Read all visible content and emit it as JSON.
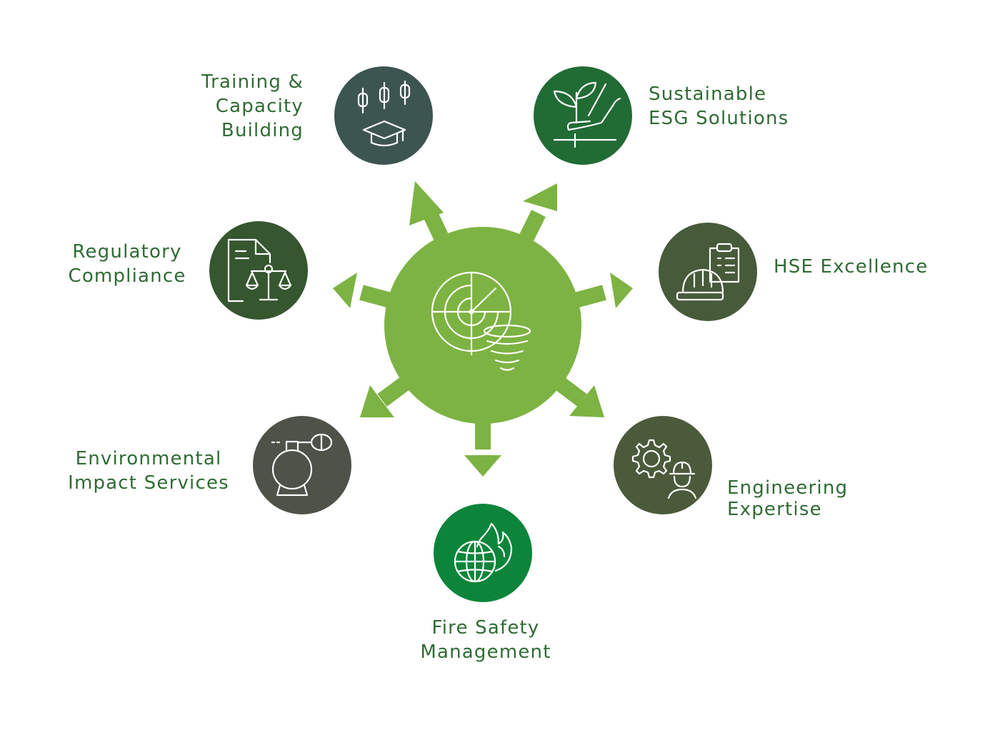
{
  "colors": {
    "hub": "#7db342",
    "label_text": "#2f6b34",
    "icon_stroke": "#ffffff"
  },
  "hub": {
    "icon": "radar-tornado-icon"
  },
  "services": [
    {
      "id": "training",
      "lines": [
        "Training &",
        "Capacity",
        "Building"
      ],
      "icon": "graduation-chart-icon",
      "color": "#3d5550"
    },
    {
      "id": "sustainable",
      "lines": [
        "Sustainable",
        "ESG Solutions"
      ],
      "icon": "plant-hand-icon",
      "color": "#216b34"
    },
    {
      "id": "regulatory",
      "lines": [
        "Regulatory",
        "Compliance"
      ],
      "icon": "document-scales-icon",
      "color": "#35562f"
    },
    {
      "id": "hse",
      "lines": [
        "HSE Excellence"
      ],
      "icon": "hardhat-clipboard-icon",
      "color": "#475a3a"
    },
    {
      "id": "environmental",
      "lines": [
        "Environmental",
        "Impact Services"
      ],
      "icon": "air-monitor-icon",
      "color": "#4e5248"
    },
    {
      "id": "engineering",
      "lines": [
        "Engineering",
        "Expertise"
      ],
      "icon": "gear-engineer-icon",
      "color": "#4a5a3b"
    },
    {
      "id": "fire",
      "lines": [
        "Fire Safety",
        "Management"
      ],
      "icon": "globe-flame-icon",
      "color": "#0c853a"
    }
  ]
}
